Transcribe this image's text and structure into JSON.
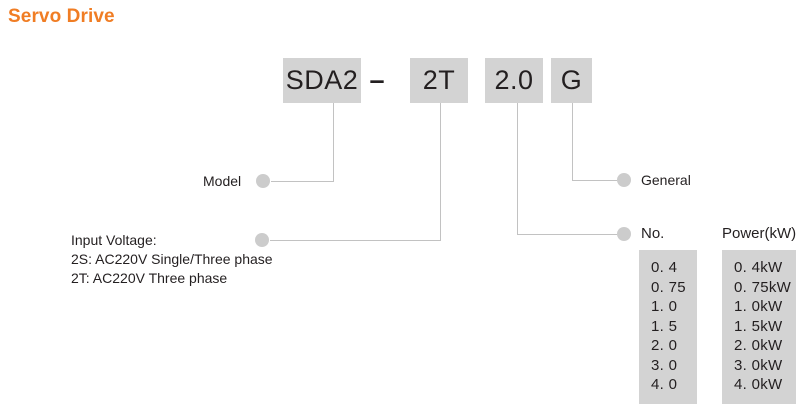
{
  "page": {
    "title": "Servo Drive",
    "accent_color": "#F07D24",
    "box_fill": "#d3d3d3",
    "line_color": "#c2c2c2",
    "dot_color": "#cccccc",
    "text_color": "#231f20"
  },
  "model_code": {
    "segments": [
      {
        "key": "model",
        "text": "SDA2"
      },
      {
        "key": "separator",
        "text": "–"
      },
      {
        "key": "input_voltage",
        "text": "2T"
      },
      {
        "key": "no",
        "text": "2.0"
      },
      {
        "key": "general",
        "text": "G"
      }
    ]
  },
  "callouts": {
    "model": {
      "label": "Model"
    },
    "input_voltage": {
      "lines": [
        "Input Voltage:",
        "2S: AC220V Single/Three phase",
        "2T: AC220V Three phase"
      ]
    },
    "general": {
      "label": "General"
    },
    "no": {
      "label": "No."
    },
    "power": {
      "label": "Power(kW)"
    }
  },
  "tables": {
    "no": {
      "header": "No.",
      "values": [
        "0. 4",
        "0. 75",
        "1. 0",
        "1. 5",
        "2. 0",
        "3. 0",
        "4. 0"
      ]
    },
    "power": {
      "header": "Power(kW)",
      "values": [
        "0. 4kW",
        "0. 75kW",
        "1. 0kW",
        "1. 5kW",
        "2. 0kW",
        "3. 0kW",
        "4. 0kW"
      ]
    }
  }
}
